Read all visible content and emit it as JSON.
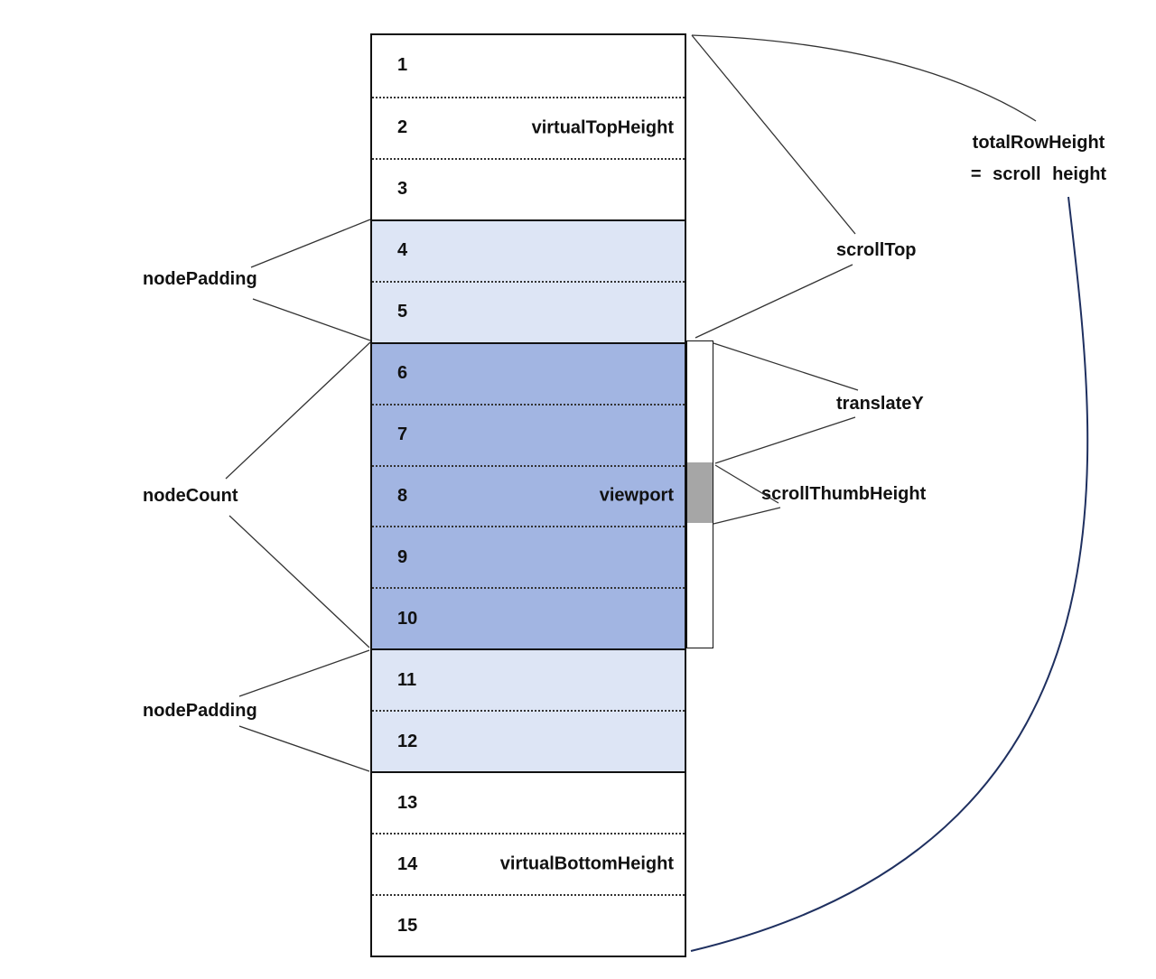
{
  "diagram": {
    "table": {
      "rows": [
        {
          "number": "1",
          "zone": "virtual-top",
          "label": ""
        },
        {
          "number": "2",
          "zone": "virtual-top",
          "label": "virtualTopHeight"
        },
        {
          "number": "3",
          "zone": "virtual-top",
          "label": ""
        },
        {
          "number": "4",
          "zone": "node-padding",
          "label": ""
        },
        {
          "number": "5",
          "zone": "node-padding",
          "label": ""
        },
        {
          "number": "6",
          "zone": "viewport",
          "label": ""
        },
        {
          "number": "7",
          "zone": "viewport",
          "label": ""
        },
        {
          "number": "8",
          "zone": "viewport",
          "label": "viewport"
        },
        {
          "number": "9",
          "zone": "viewport",
          "label": ""
        },
        {
          "number": "10",
          "zone": "viewport",
          "label": ""
        },
        {
          "number": "11",
          "zone": "node-padding",
          "label": ""
        },
        {
          "number": "12",
          "zone": "node-padding",
          "label": ""
        },
        {
          "number": "13",
          "zone": "virtual-bottom",
          "label": ""
        },
        {
          "number": "14",
          "zone": "virtual-bottom",
          "label": "virtualBottomHeight"
        },
        {
          "number": "15",
          "zone": "virtual-bottom",
          "label": ""
        }
      ]
    },
    "labels": {
      "node_padding_top": "nodePadding",
      "node_count": "nodeCount",
      "node_padding_bottom": "nodePadding",
      "scroll_top": "scrollTop",
      "translate_y": "translateY",
      "scroll_thumb_height": "scrollThumbHeight",
      "total_row_height_line1": "totalRowHeight",
      "total_row_height_line2": "=  scroll  height"
    },
    "colors": {
      "padding_fill": "#dde5f5",
      "viewport_fill": "#a2b5e2",
      "scroll_thumb_fill": "#a6a6a6",
      "connector_line": "#333333",
      "navy_curve": "#1f3060"
    }
  }
}
